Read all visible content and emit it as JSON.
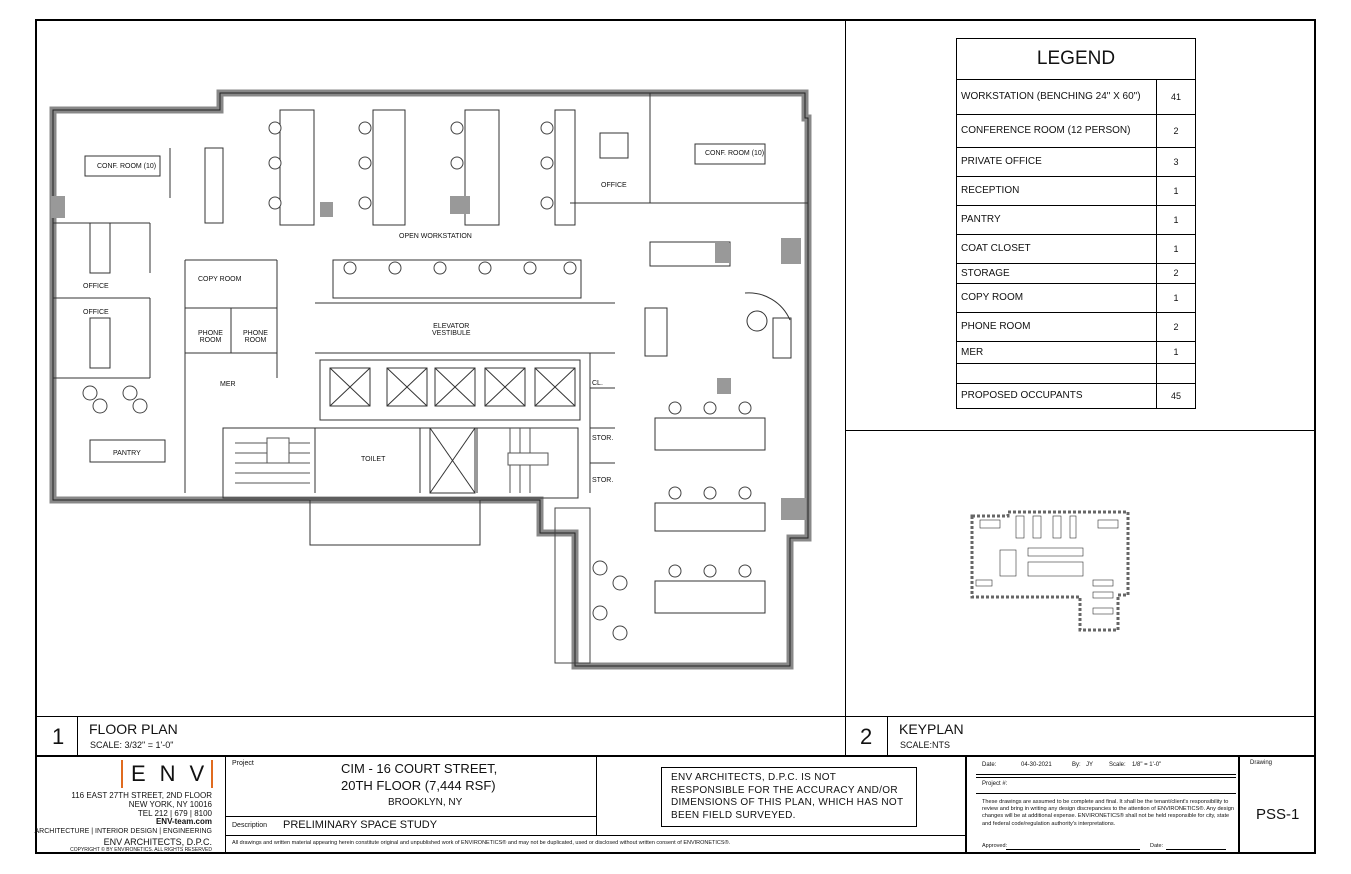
{
  "legend": {
    "title": "LEGEND",
    "rows": [
      {
        "label": "WORKSTATION (BENCHING 24\" X 60\")",
        "qty": "41"
      },
      {
        "label": "CONFERENCE ROOM  (12 PERSON)",
        "qty": "2"
      },
      {
        "label": "PRIVATE OFFICE",
        "qty": "3"
      },
      {
        "label": "RECEPTION",
        "qty": "1"
      },
      {
        "label": "PANTRY",
        "qty": "1"
      },
      {
        "label": "COAT CLOSET",
        "qty": "1"
      },
      {
        "label": "STORAGE",
        "qty": "2"
      },
      {
        "label": "COPY ROOM",
        "qty": "1"
      },
      {
        "label": "PHONE ROOM",
        "qty": "2"
      },
      {
        "label": "MER",
        "qty": "1"
      },
      {
        "label": "",
        "qty": ""
      },
      {
        "label": "PROPOSED OCCUPANTS",
        "qty": "45"
      }
    ]
  },
  "plan_labels": {
    "conf_left": "CONF. ROOM (10)",
    "conf_right": "CONF. ROOM (10)",
    "office_top": "OFFICE",
    "open_ws": "OPEN WORKSTATION",
    "office_1": "OFFICE",
    "office_2": "OFFICE",
    "copy_room": "COPY ROOM",
    "phone_1": "PHONE\nROOM",
    "phone_2": "PHONE\nROOM",
    "elevator": "ELEVATOR\nVESTIBULE",
    "mer": "MER",
    "toilet": "TOILET",
    "pantry": "PANTRY",
    "cl": "CL.",
    "stor_1": "STOR.",
    "stor_2": "STOR."
  },
  "drawing1": {
    "number": "1",
    "title": "FLOOR PLAN",
    "scale": "SCALE: 3/32\" = 1'-0\""
  },
  "drawing2": {
    "number": "2",
    "title": "KEYPLAN",
    "scale": "SCALE:NTS"
  },
  "firm": {
    "logo": "ENV",
    "address1": "116 EAST 27TH STREET, 2ND FLOOR",
    "address2": "NEW YORK, NY 10016",
    "tel": "TEL  212 | 679 | 8100",
    "web": "ENV-team.com",
    "services": "ARCHITECTURE | INTERIOR DESIGN | ENGINEERING",
    "name": "ENV ARCHITECTS, D.P.C.",
    "copyright": "COPYRIGHT © BY ENVIRONETICS. ALL RIGHTS RESERVED"
  },
  "project": {
    "label": "Project",
    "line1": "CIM - 16 COURT STREET,",
    "line2": "20TH FLOOR (7,444 RSF)",
    "city": "BROOKLYN, NY",
    "desc_label": "Description",
    "description": "PRELIMINARY SPACE STUDY",
    "footer_note": "All drawings and written material appearing herein constitute original and unpublished work of ENVIRONETICS® and may not be duplicated, used or disclosed without written consent of ENVIRONETICS®."
  },
  "disclaimer": "ENV ARCHITECTS, D.P.C. IS NOT RESPONSIBLE FOR THE ACCURACY AND/OR DIMENSIONS OF THIS PLAN, WHICH HAS NOT BEEN FIELD SURVEYED.",
  "meta": {
    "date_label": "Date:",
    "date": "04-30-2021",
    "by_label": "By:",
    "by": "JY",
    "scale_label": "Scale:",
    "scale": "1/8\" = 1'-0\"",
    "project_no_label": "Project #:",
    "notes": "These drawings are assumed to be complete and final. It shall be the tenant/client's responsibility to review and bring in writing any design discrepancies to the attention of ENVIRONETICS®. Any design changes will be at additional expense. ENVIRONETICS® shall not be held responsible for city, state and federal code/regulation authority's interpretations.",
    "approved_label": "Approved:",
    "date2_label": "Date:"
  },
  "drawing_box": {
    "label": "Drawing",
    "number": "PSS-1"
  }
}
